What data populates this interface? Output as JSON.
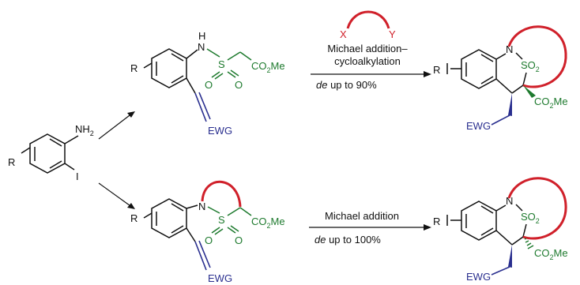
{
  "start": {
    "substituent": "R",
    "amine": "NH",
    "amine_sub": "2",
    "halide": "I"
  },
  "top_intermediate": {
    "R": "R",
    "NH": "H",
    "N": "N",
    "S": "S",
    "O1": "O",
    "O2": "O",
    "ester": "CO",
    "ester_sub": "2",
    "ester_tail": "Me",
    "ewg": "EWG"
  },
  "bottom_intermediate": {
    "R": "R",
    "N": "N",
    "S": "S",
    "O1": "O",
    "O2": "O",
    "ester": "CO",
    "ester_sub": "2",
    "ester_tail": "Me",
    "ewg": "EWG"
  },
  "top_reaction": {
    "reagent_x": "X",
    "reagent_y": "Y",
    "line1": "Michael addition–",
    "line2": "cycloalkylation",
    "de_label": "de",
    "de_text": " up to 90%"
  },
  "bottom_reaction": {
    "line1": "Michael addition",
    "de_label": "de",
    "de_text": " up to 100%"
  },
  "top_product": {
    "R": "R",
    "N": "N",
    "SO": "SO",
    "SO_sub": "2",
    "ester": "CO",
    "ester_sub": "2",
    "ester_tail": "Me",
    "ewg": "EWG"
  },
  "bottom_product": {
    "R": "R",
    "N": "N",
    "SO": "SO",
    "SO_sub": "2",
    "ester": "CO",
    "ester_sub": "2",
    "ester_tail": "Me",
    "ewg": "EWG"
  },
  "colors": {
    "ewg": "#2a2f8f",
    "sulfonyl_ester": "#1e7a2e",
    "ring": "#d0202a"
  }
}
